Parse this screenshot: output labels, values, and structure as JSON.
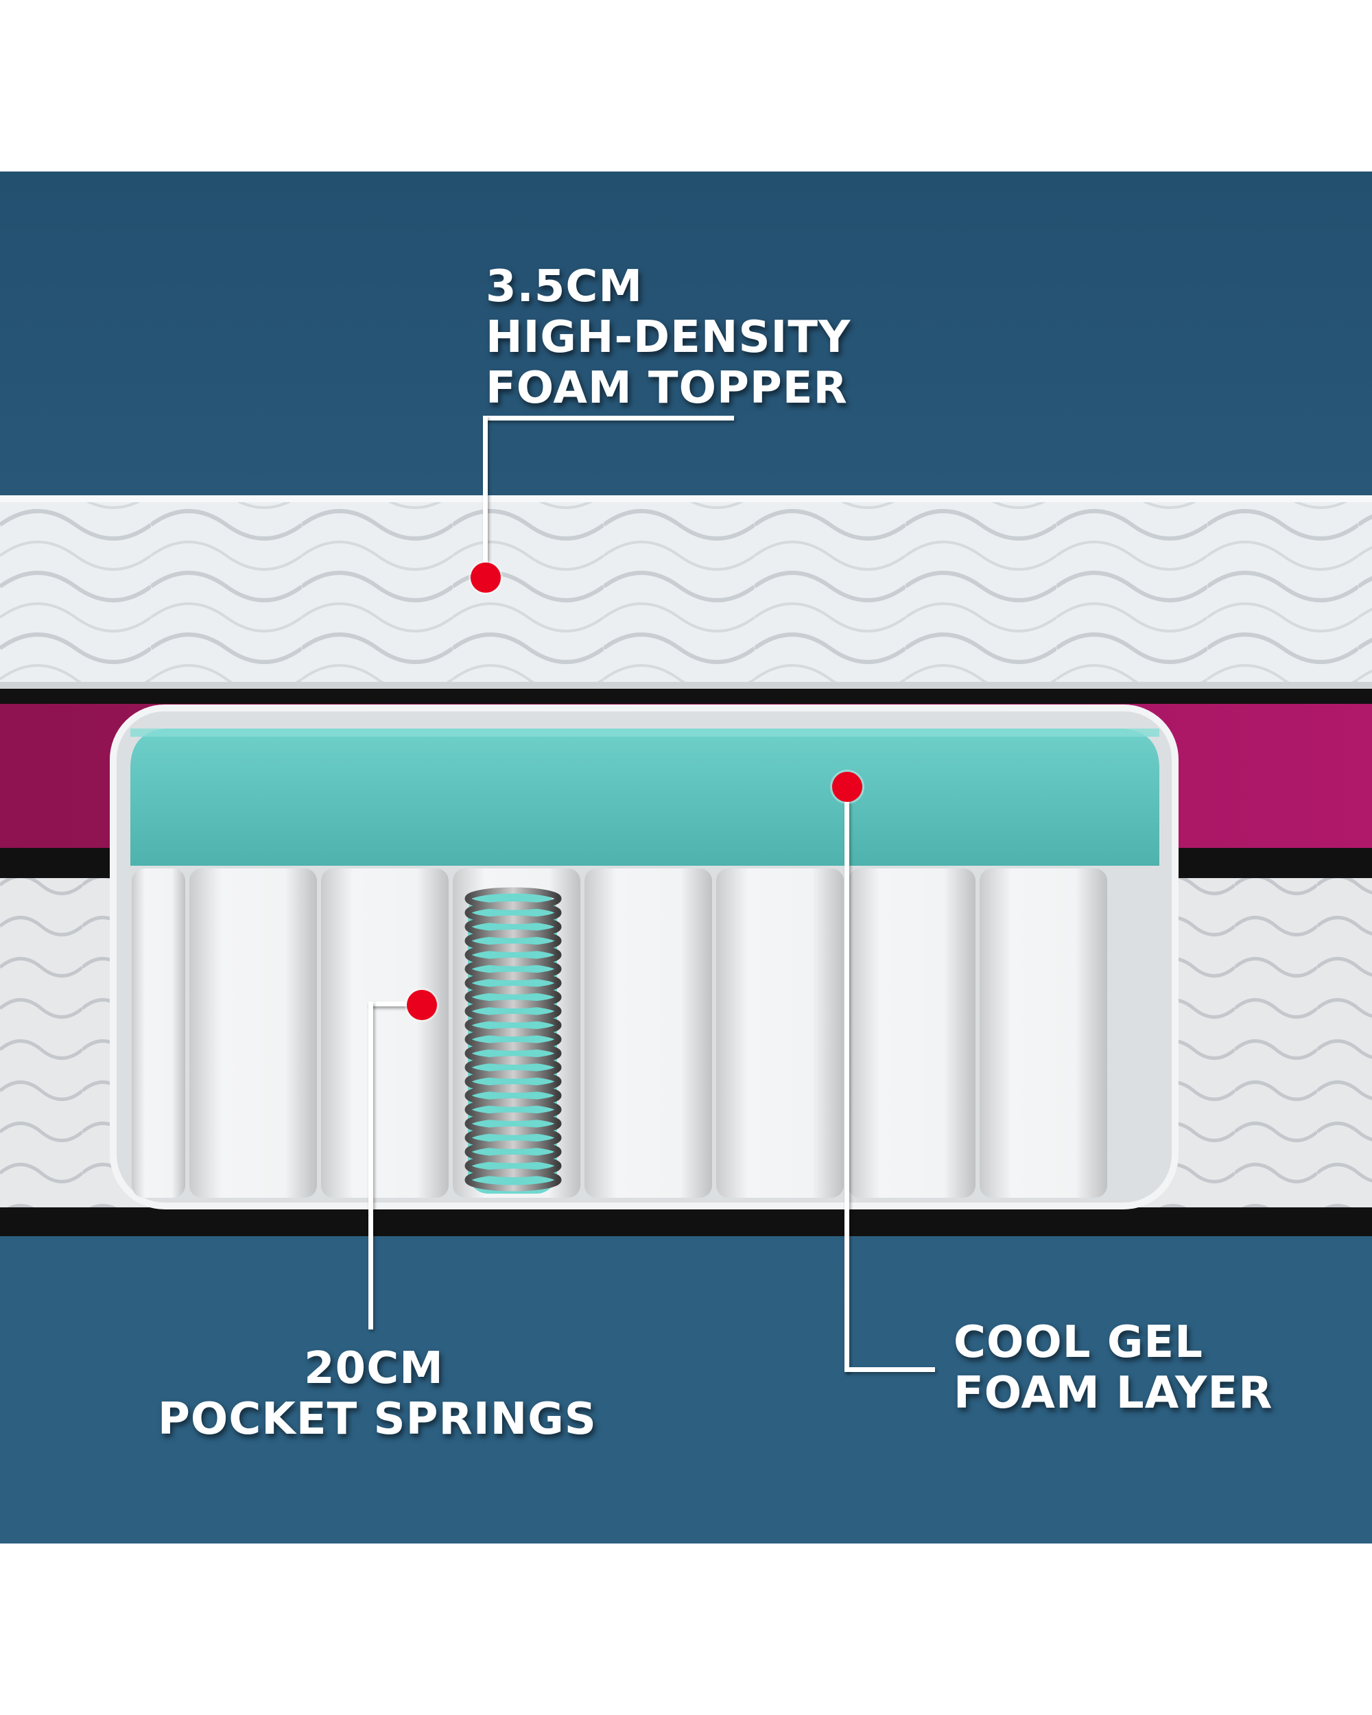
{
  "callouts": {
    "topper": {
      "line1": "3.5CM",
      "line2": "HIGH-DENSITY",
      "line3": "FOAM TOPPER"
    },
    "springs": {
      "line1": "20CM",
      "line2": "POCKET SPRINGS"
    },
    "gel": {
      "line1": "COOL GEL",
      "line2": "FOAM LAYER"
    }
  },
  "colors": {
    "background": "#2c5f80",
    "accent_dot": "#e8001c",
    "magenta_band": "#a0155c",
    "gel_layer": "#5cc3bd"
  },
  "icons": [
    "mattress-cross-section",
    "pocket-spring-coil"
  ]
}
